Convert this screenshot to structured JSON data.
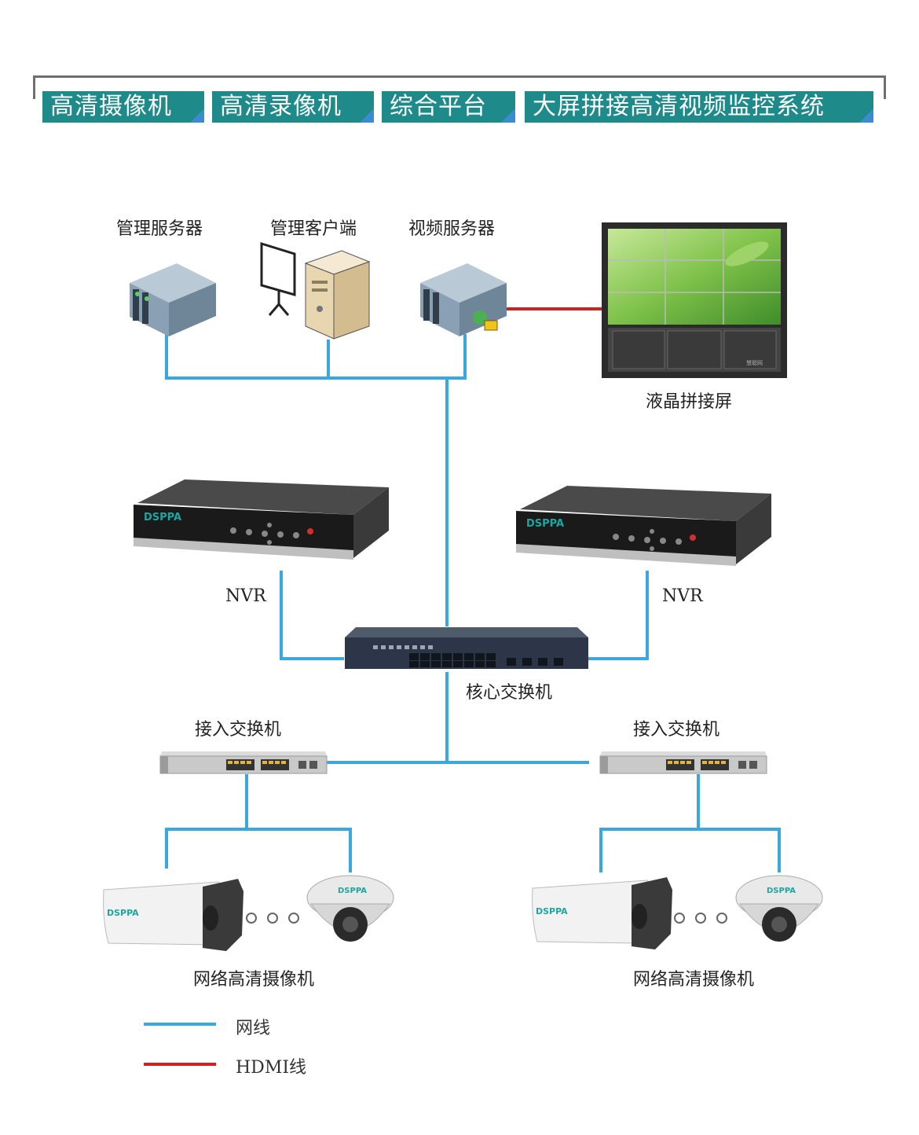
{
  "header": {
    "tabs": [
      {
        "label": "高清摄像机"
      },
      {
        "label": "高清录像机"
      },
      {
        "label": "综合平台"
      },
      {
        "label": "大屏拼接高清视频监控系统"
      }
    ]
  },
  "nodes": {
    "mgmt_server": "管理服务器",
    "mgmt_client": "管理客户端",
    "video_server": "视频服务器",
    "lcd_wall": "液晶拼接屏",
    "nvr_left": "NVR",
    "nvr_right": "NVR",
    "core_switch": "核心交换机",
    "access_switch_left": "接入交换机",
    "access_switch_right": "接入交换机",
    "cameras_left": "网络高清摄像机",
    "cameras_right": "网络高清摄像机",
    "wall_watermark": "慧聪网",
    "nvr_brand_left": "DSPPA",
    "nvr_brand_right": "DSPPA",
    "cam_brand_bullet_left": "DSPPA",
    "cam_brand_dome_left": "DSPPA",
    "cam_brand_bullet_right": "DSPPA",
    "cam_brand_dome_right": "DSPPA"
  },
  "legend": [
    {
      "label": "网线",
      "color": "#3aa8e0"
    },
    {
      "label": "HDMI线",
      "color": "#d02020"
    }
  ],
  "colors": {
    "network": "#3aa8e0",
    "hdmi": "#d02020",
    "tab": "#1f8a8a"
  }
}
